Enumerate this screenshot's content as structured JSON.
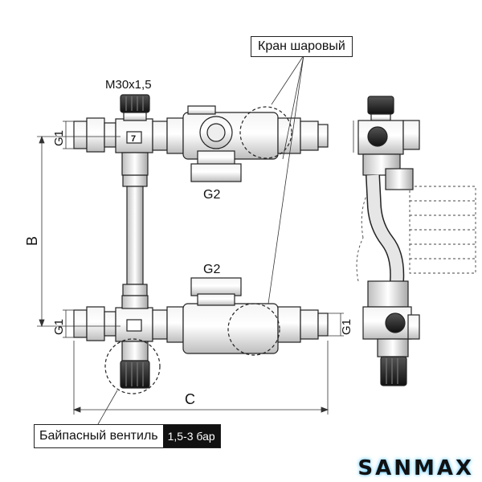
{
  "labels": {
    "thread_top": "M30x1,5",
    "g1_top_left": "G1",
    "g1_bottom_left": "G1",
    "g1_bottom_right": "G1",
    "g2_top": "G2",
    "g2_bottom": "G2",
    "dim_b": "B",
    "dim_c": "C"
  },
  "callouts": {
    "ball_valve": "Кран шаровый",
    "bypass_valve": "Байпасный вентиль",
    "bypass_pressure": "1,5-3 бар"
  },
  "brand": "SANMAX"
}
